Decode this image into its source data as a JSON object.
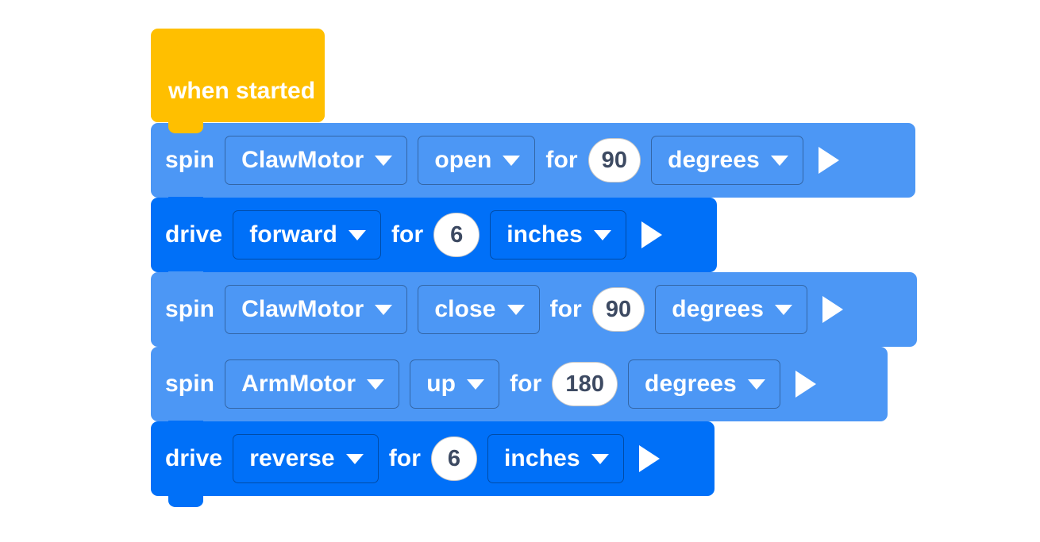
{
  "workspace": {
    "background_color": "#ffffff",
    "name": "vex-block-workspace"
  },
  "palette": {
    "event_block_color": "#ffbf00",
    "spin_block_color": "#4c97f5",
    "drive_block_color": "#0070f8",
    "text_color": "#ffffff",
    "number_field_bg": "#ffffff",
    "number_field_text": "#3d4a62"
  },
  "script": {
    "hat": {
      "label": "when started",
      "icon": "hat-block"
    },
    "blocks": [
      {
        "kind": "spin",
        "verb": "spin",
        "device": "ClawMotor",
        "direction": "open",
        "for_label": "for",
        "value": "90",
        "unit": "degrees",
        "run_icon": "play-icon"
      },
      {
        "kind": "drive",
        "verb": "drive",
        "direction": "forward",
        "for_label": "for",
        "value": "6",
        "unit": "inches",
        "run_icon": "play-icon"
      },
      {
        "kind": "spin",
        "verb": "spin",
        "device": "ClawMotor",
        "direction": "close",
        "for_label": "for",
        "value": "90",
        "unit": "degrees",
        "run_icon": "play-icon"
      },
      {
        "kind": "spin",
        "verb": "spin",
        "device": "ArmMotor",
        "direction": "up",
        "for_label": "for",
        "value": "180",
        "unit": "degrees",
        "run_icon": "play-icon"
      },
      {
        "kind": "drive",
        "verb": "drive",
        "direction": "reverse",
        "for_label": "for",
        "value": "6",
        "unit": "inches",
        "run_icon": "play-icon"
      }
    ]
  }
}
